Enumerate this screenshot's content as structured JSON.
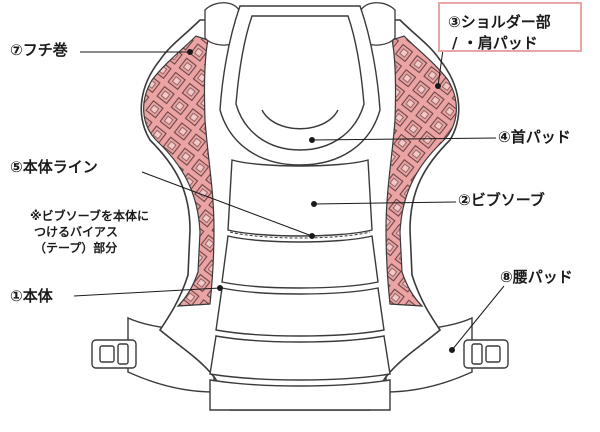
{
  "labels": {
    "piping": "⑦フチ巻",
    "shoulder_line1": "③ショルダー部",
    "shoulder_line2": "/ ・肩パッド",
    "neck_pad": "④首パッド",
    "body_line": "⑤本体ライン",
    "bib": "②ビブソーブ",
    "body": "①本体",
    "waist_pad": "⑧腰パッド"
  },
  "note": {
    "line1": "※ビブソーブを本体に",
    "line2": "つけるバイアス",
    "line3": "（テープ）部分"
  },
  "colors": {
    "pink_fill": "#eba3a3",
    "pink_border": "#e8a5a5",
    "line": "#3a3a3a"
  }
}
